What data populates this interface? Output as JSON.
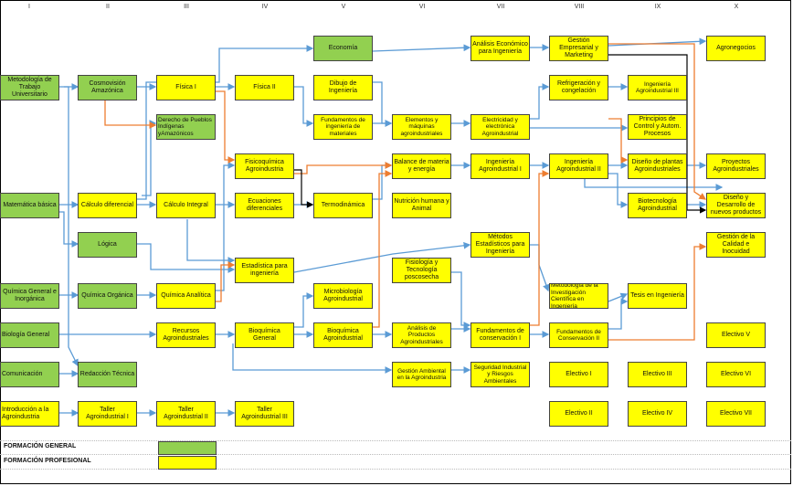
{
  "columns": [
    "I",
    "II",
    "III",
    "IV",
    "V",
    "VI",
    "VII",
    "VIII",
    "IX",
    "X"
  ],
  "nodes": {
    "metodologia": "Metodología de Trabajo Universitario",
    "cosmovision": "Cosmovisión Amazónica",
    "fisica1": "Física I",
    "fisica2": "Física II",
    "economia": "Economía",
    "analisis_economico": "Análisis Económico para Ingeniería",
    "gestion_empresarial": "Gestión Empresarial y Marketing",
    "agronegocios": "Agronegocios",
    "derecho_pueblos": "Derecho de Pueblos Indígenas yAmazónicos",
    "dibujo": "Dibujo de Ingeniería",
    "fund_ing_mat": "Fundamentos de ingeniería de materiales",
    "elementos_maquinas": "Elementos y máquinas agroindustriales",
    "electricidad": "Electricidad y electrónica Agroindustrial",
    "refrigeracion": "Refrigeración y congelación",
    "ing_agro3": "Ingeniería Agroindustrial III",
    "principios_control": "Principios de Control y Autom. Procesos",
    "matematica": "Matemática básica",
    "calculo_dif": "Cálculo diferencial",
    "calculo_int": "Cálculo Integral",
    "fisicoquimica": "Fisicoquímica Agroindustria",
    "ecuaciones": "Ecuaciones diferenciales",
    "termodinamica": "Termodinámica",
    "balance": "Balance de materia y energía",
    "ing_agro1": "Ingeniería Agroindustrial I",
    "ing_agro2": "Ingeniería Agroindustrial II",
    "diseno_plantas": "Diseño de plantas Agroindustriales",
    "proyectos": "Proyectos Agroindustriales",
    "nutricion": "Nutrición humana y Animal",
    "biotecnologia": "Biotecnología Agroindustrial",
    "diseno_desarrollo": "Diseño y Desarrollo de nuevos productos",
    "logica": "Lógica",
    "estadistica": "Estadística para ingeniería",
    "metodos_estadisticos": "Métodos Estadísticos para Ingeniería",
    "gestion_calidad": "Gestión de la Calidad e Inocuidad",
    "fisiologia": "Fisiología y Tecnología poscosecha",
    "quimica_general": "Química General e Inorgánica",
    "quimica_organica": "Química Orgánica",
    "quimica_analitica": "Química Analítica",
    "microbiologia": "Microbiología Agroindustrial",
    "metodologia_inv": "Metodología de la Investigación Científica en Ingeniería",
    "tesis": "Tesis en Ingeniería",
    "biologia": "Biología General",
    "recursos": "Recursos Agroindustriales",
    "bioquimica_gen": "Bioquímica General",
    "bioquimica_agro": "Bioquímica Agroindustrial",
    "analisis_productos": "Análisis de Productos Agroindustriales",
    "fund_conservacion1": "Fundamentos de conservación I",
    "fund_conservacion2": "Fundamentos de Conservación II",
    "electivo5": "Electivo V",
    "comunicacion": "Comunicación",
    "redaccion": "Redacción Técnica",
    "gestion_ambiental": "Gestión Ambiental en la Agroindustria",
    "seguridad": "Seguridad Industrial y Riesgos Ambientales",
    "electivo1": "Electivo I",
    "electivo3": "Electivo III",
    "electivo6": "Electivo VI",
    "intro_agro": "Introducción a la Agroindustria",
    "taller1": "Taller Agroindustrial I",
    "taller2": "Taller Agroindustrial II",
    "taller3": "Taller Agroindustrial III",
    "electivo2": "Electivo II",
    "electivo4": "Electivo IV",
    "electivo7": "Electivo VII"
  },
  "legend": {
    "general": "FORMACIÓN GENERAL",
    "profesional": "FORMACIÓN PROFESIONAL"
  },
  "colors": {
    "general": "#92d050",
    "profesional": "#ffff00",
    "arrow_blue": "#5b9bd5",
    "arrow_orange": "#ed7d31",
    "arrow_black": "#000000"
  }
}
